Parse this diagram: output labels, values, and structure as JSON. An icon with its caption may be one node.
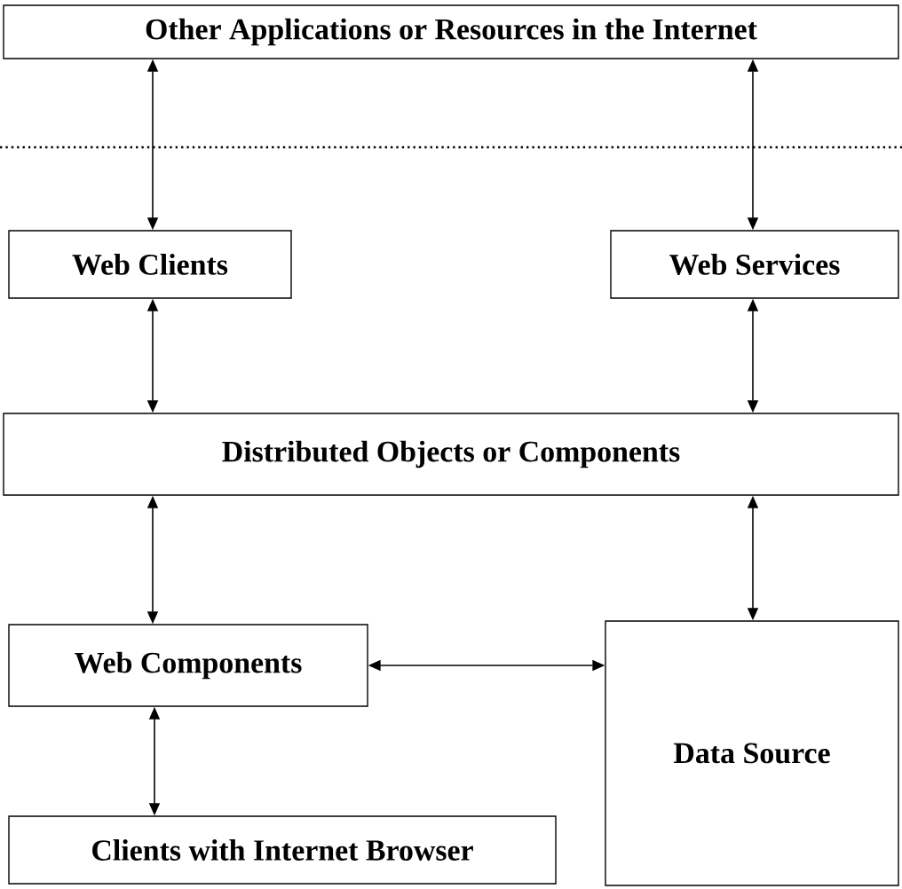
{
  "diagram": {
    "nodes": [
      {
        "text": [
          "Other Applications or Resources in the Internet"
        ]
      },
      {
        "text": [
          "Web Clients"
        ]
      },
      {
        "text": [
          "Web Services"
        ]
      },
      {
        "text": [
          "Distributed Objects or Components"
        ]
      },
      {
        "text": [
          "Web Components"
        ]
      },
      {
        "text": [
          "Data Source"
        ]
      },
      {
        "text": [
          "Clients with Internet Browser"
        ]
      }
    ],
    "edges": [
      {
        "from": 0,
        "to": 1,
        "arrow": "both"
      },
      {
        "from": 0,
        "to": 2,
        "arrow": "both"
      },
      {
        "from": 1,
        "to": 3,
        "arrow": "both"
      },
      {
        "from": 2,
        "to": 3,
        "arrow": "both"
      },
      {
        "from": 3,
        "to": 4,
        "arrow": "both"
      },
      {
        "from": 3,
        "to": 5,
        "arrow": "both"
      },
      {
        "from": 4,
        "to": 5,
        "arrow": "both"
      },
      {
        "from": 4,
        "to": 6,
        "arrow": "both"
      }
    ]
  }
}
